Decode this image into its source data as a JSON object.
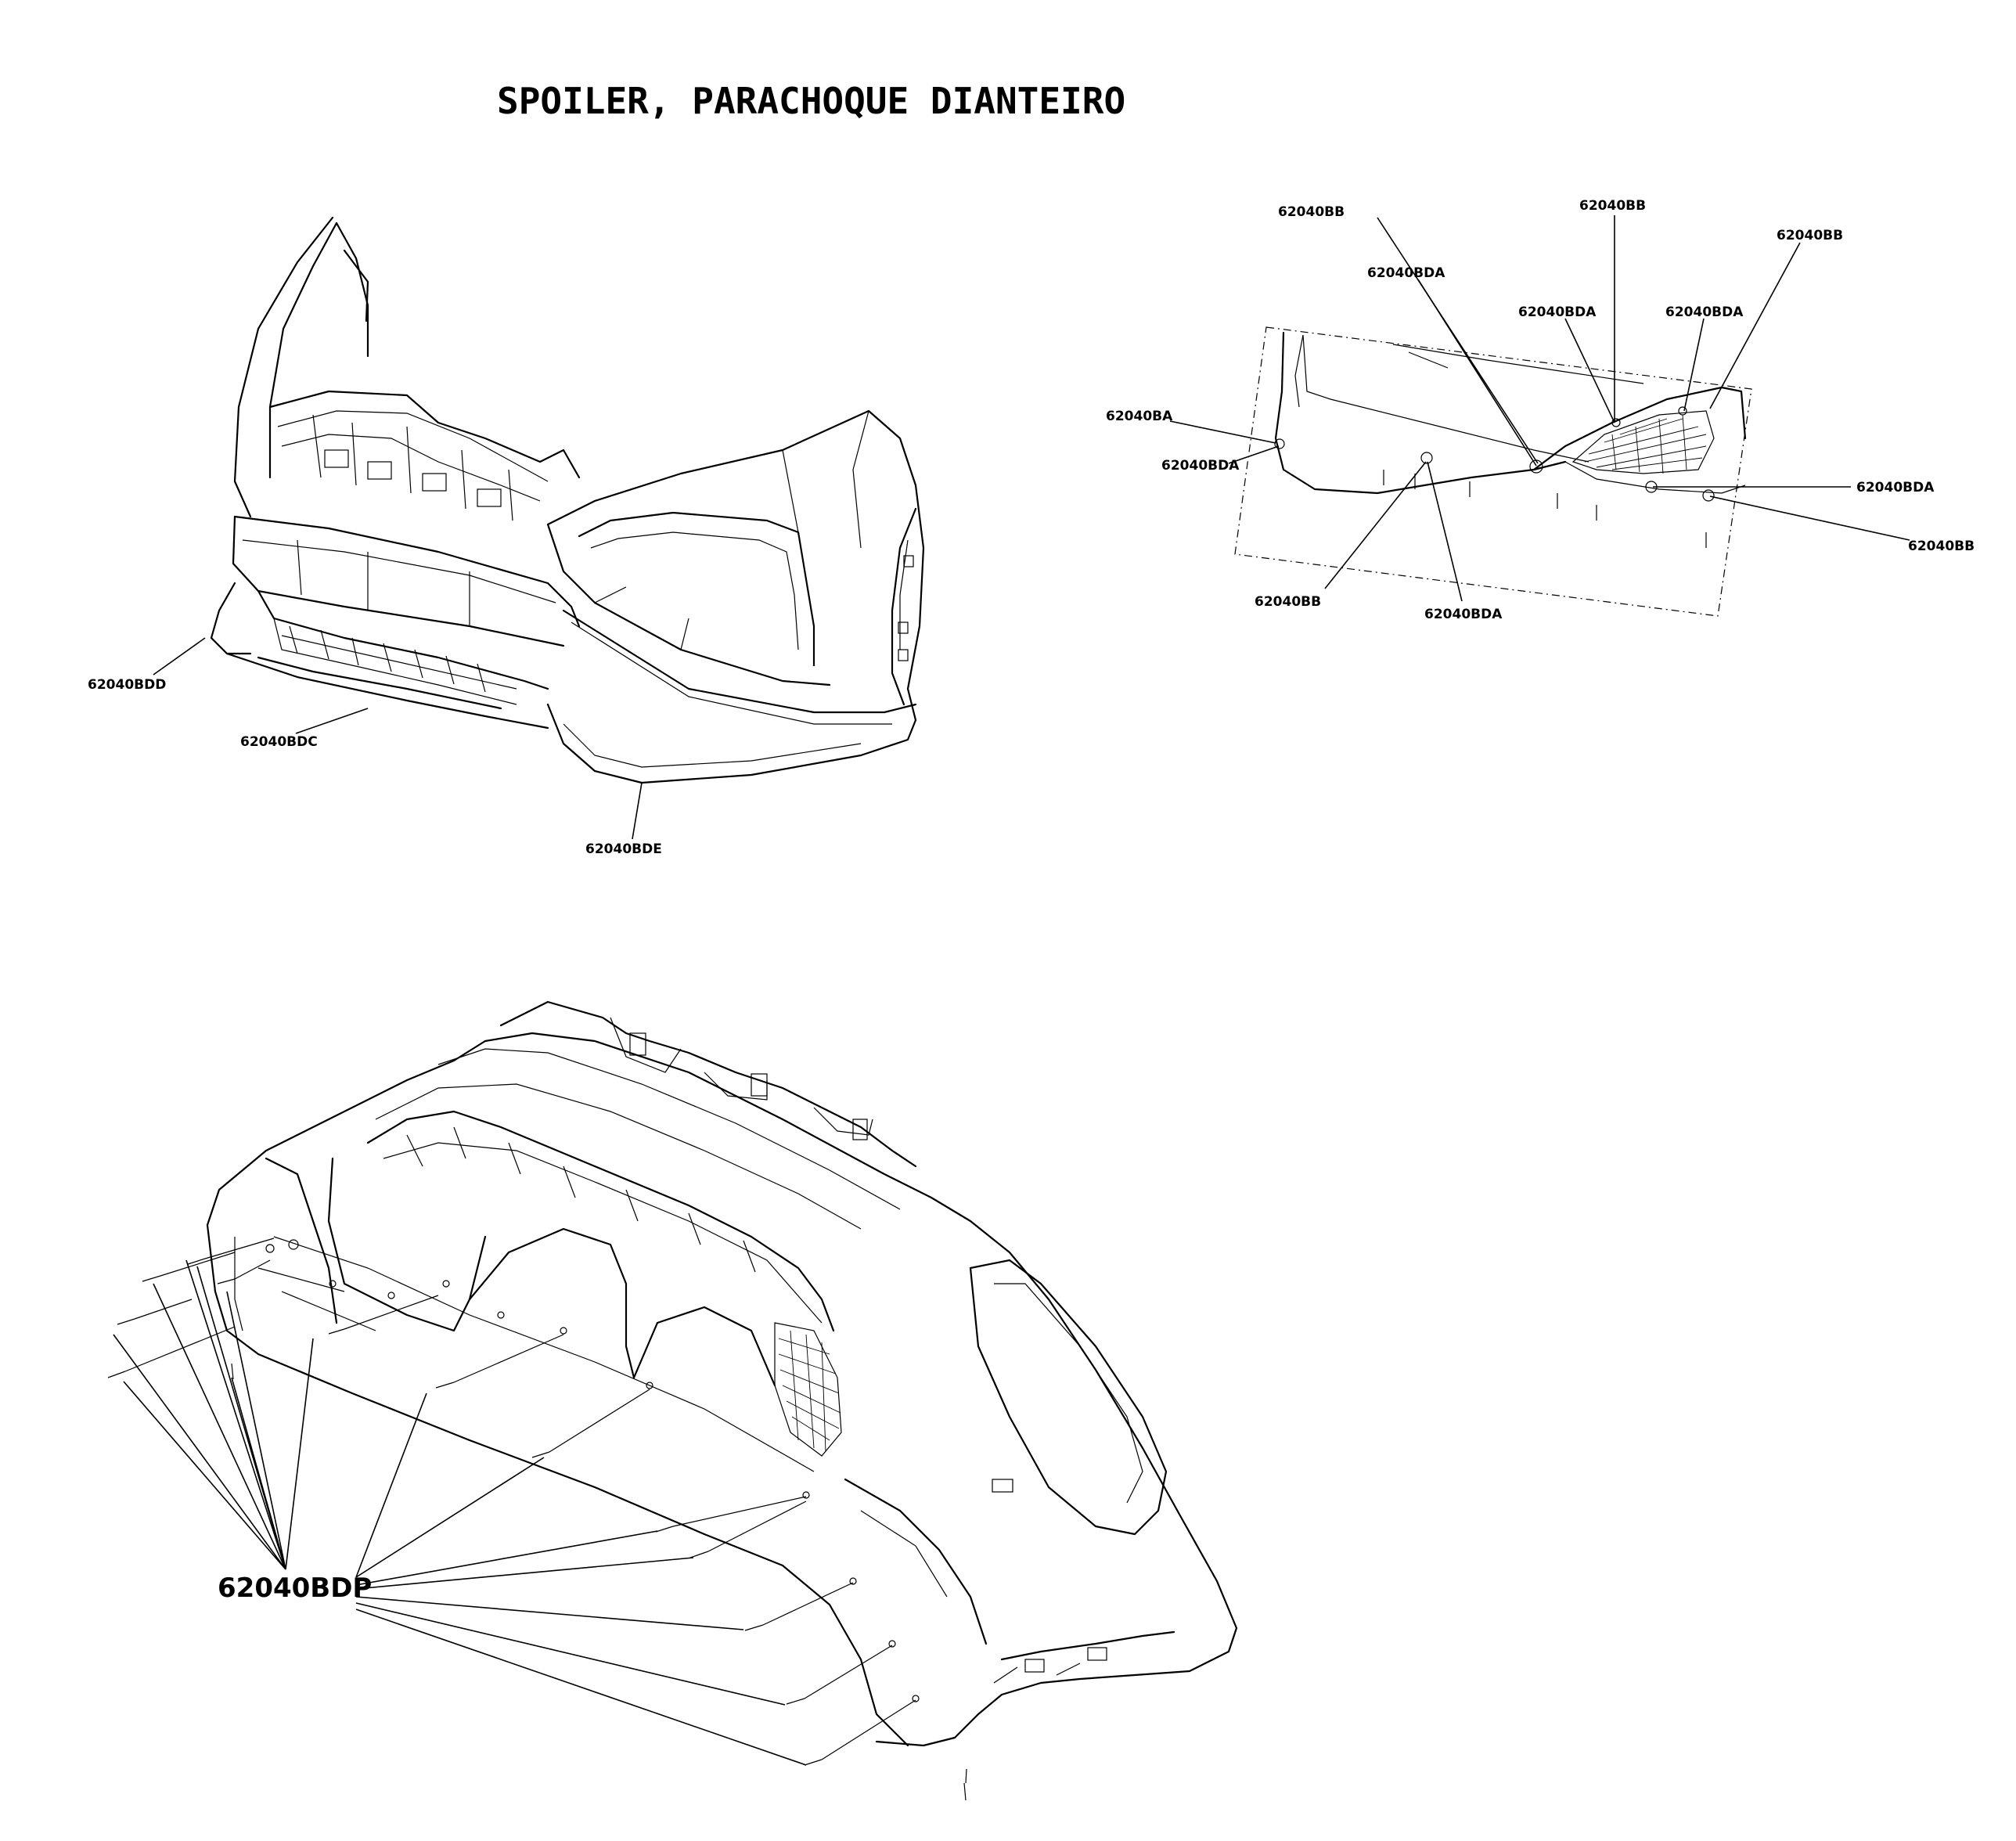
{
  "title": "SPOILER, PARACHOQUE DIANTEIRO",
  "views": {
    "front_bumper": {
      "callouts": [
        "62040BDD",
        "62040BDC",
        "62040BDE"
      ]
    },
    "detail_view": {
      "callouts": [
        "62040BB",
        "62040BB",
        "62040BB",
        "62040BDA",
        "62040BDA",
        "62040BDA",
        "62040BA",
        "62040BDA",
        "62040BDA",
        "62040BB",
        "62040BB",
        "62040BDA"
      ]
    },
    "underside_view": {
      "callouts": [
        "62040BDP"
      ]
    }
  }
}
